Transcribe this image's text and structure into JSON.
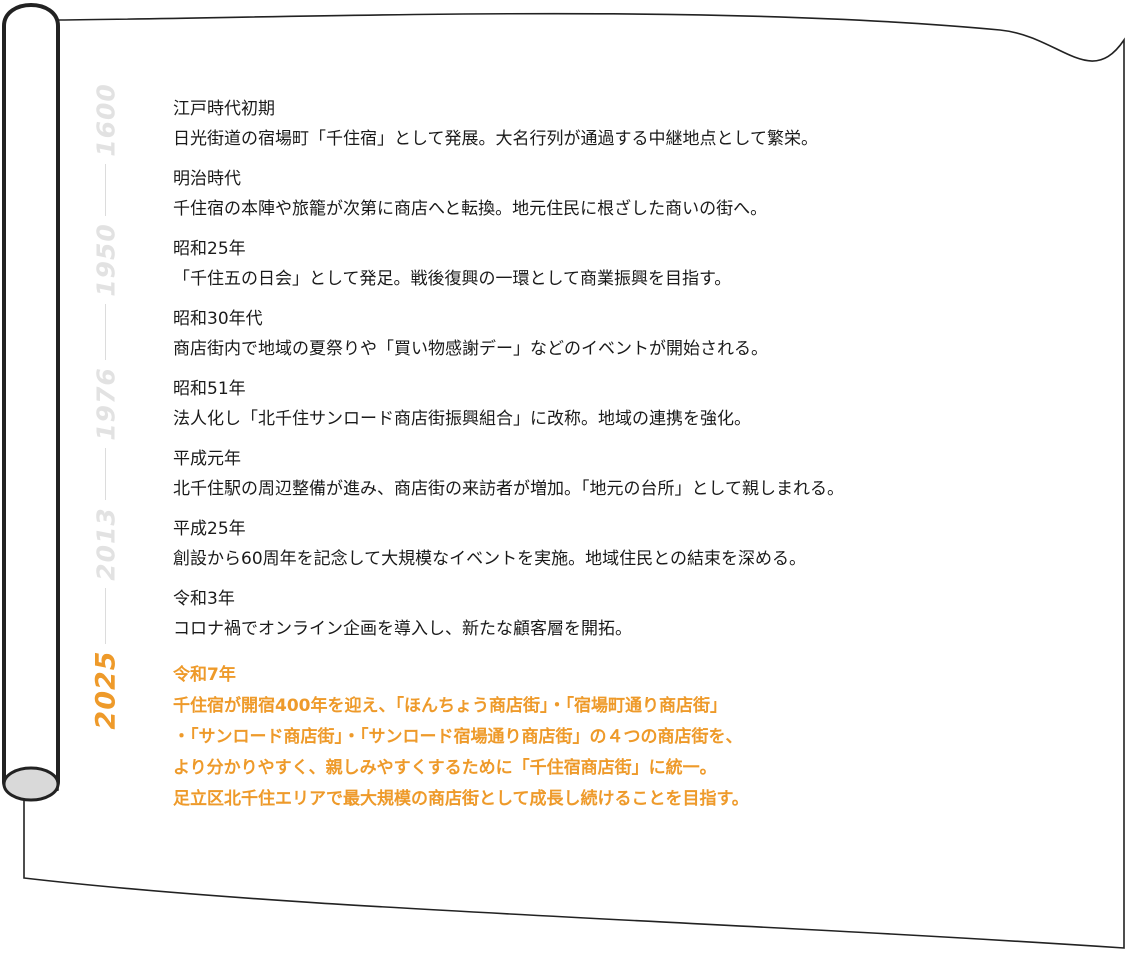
{
  "colors": {
    "accent": "#ee9a2a",
    "year_inactive": "#e2e2e2",
    "text": "#1a1a1a",
    "outline": "#222222",
    "roll_end": "#d9d9d9"
  },
  "year_axis": {
    "years": [
      "1600",
      "1950",
      "1976",
      "2013",
      "2025"
    ],
    "current": "2025"
  },
  "timeline": [
    {
      "era": "江戸時代初期",
      "desc": "日光街道の宿場町「千住宿」として発展。大名行列が通過する中継地点として繁栄。"
    },
    {
      "era": "明治時代",
      "desc": "千住宿の本陣や旅籠が次第に商店へと転換。地元住民に根ざした商いの街へ。"
    },
    {
      "era": "昭和25年",
      "desc": "「千住五の日会」として発足。戦後復興の一環として商業振興を目指す。"
    },
    {
      "era": "昭和30年代",
      "desc": "商店街内で地域の夏祭りや「買い物感謝デー」などのイベントが開始される。"
    },
    {
      "era": "昭和51年",
      "desc": "法人化し「北千住サンロード商店街振興組合」に改称。地域の連携を強化。"
    },
    {
      "era": "平成元年",
      "desc": "北千住駅の周辺整備が進み、商店街の来訪者が増加。「地元の台所」として親しまれる。"
    },
    {
      "era": "平成25年",
      "desc": "創設から60周年を記念して大規模なイベントを実施。地域住民との結束を深める。"
    },
    {
      "era": "令和3年",
      "desc": "コロナ禍でオンライン企画を導入し、新たな顧客層を開拓。"
    }
  ],
  "current_event": {
    "era": "令和7年",
    "lines": [
      "千住宿が開宿400年を迎え、「ほんちょう商店街」・「宿場町通り商店街」",
      "・「サンロード商店街」・「サンロード宿場通り商店街」の４つの商店街を、",
      "より分かりやすく、親しみやすくするために「千住宿商店街」に統一。",
      "足立区北千住エリアで最大規模の商店街として成長し続けることを目指す。"
    ]
  }
}
